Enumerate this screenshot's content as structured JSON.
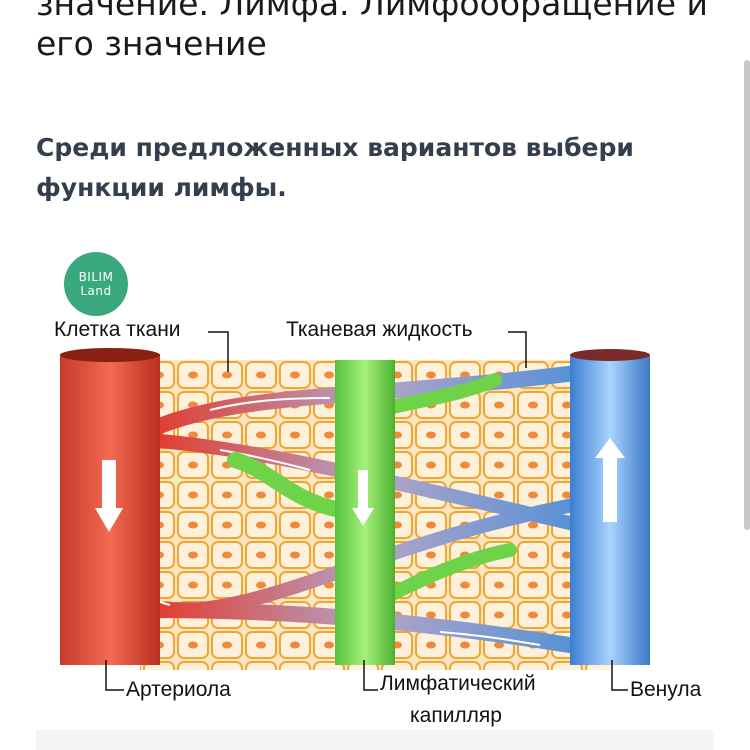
{
  "header": {
    "title": "значение. Лимфа. Лимфообращение и его значение"
  },
  "question": {
    "text": "Среди предложенных вариантов выбери функции лимфы."
  },
  "figure": {
    "logo_line1": "BILIM",
    "logo_line2": "Land",
    "labels": {
      "tissue_cell": "Клетка ткани",
      "tissue_fluid": "Тканевая жидкость",
      "arteriole": "Артериола",
      "lymph_capillary_1": "Лимфатический",
      "lymph_capillary_2": "капилляр",
      "venule": "Венула"
    },
    "colors": {
      "artery": "#d9422f",
      "vein": "#4a8fd8",
      "lymph": "#6fd34a",
      "cells": "#f6d9a8",
      "logo": "#3aa87f"
    }
  }
}
